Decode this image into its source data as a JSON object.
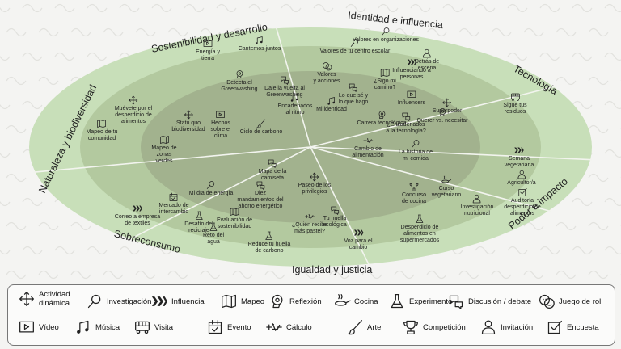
{
  "colors": {
    "ring_outer": "#c8dfb9",
    "ring_middle": "#b3c99f",
    "ring_inner": "#a2b28e",
    "background": "#f4f4f2",
    "icon": "#222222"
  },
  "categories": [
    {
      "id": "sostenibilidad",
      "label": "Sostenibilidad y desarrollo"
    },
    {
      "id": "identidad",
      "label": "Identidad e influencia"
    },
    {
      "id": "tecnologia",
      "label": "Tecnología"
    },
    {
      "id": "poder",
      "label": "Poder e impacto"
    },
    {
      "id": "igualdad",
      "label": "Igualdad y justicia"
    },
    {
      "id": "sobreconsumo",
      "label": "Sobreconsumo"
    },
    {
      "id": "naturaleza",
      "label": "Naturaleza y biodiversidad"
    }
  ],
  "activities": [
    {
      "label": "Energía y\ntierra",
      "icon": "video-icon"
    },
    {
      "label": "Cantemos juntos",
      "icon": "music-icon"
    },
    {
      "label": "Detecta el\nGreenwashing",
      "icon": "reflection-icon"
    },
    {
      "label": "Dale la vuelta al\nGreenwashing",
      "icon": "discussion-icon"
    },
    {
      "label": "Encadenados\nal ritmo",
      "icon": "music-icon"
    },
    {
      "label": "Statu quo\nbiodiversidad",
      "icon": "dynamic-activity-icon"
    },
    {
      "label": "Hechos\nsobre el\nclima",
      "icon": "video-icon"
    },
    {
      "label": "Ciclo de carbono",
      "icon": "art-icon"
    },
    {
      "label": "Valores en organizaciones",
      "icon": "investigation-icon"
    },
    {
      "label": "Valores de tu centro escolar",
      "icon": "investigation-icon"
    },
    {
      "label": "Detrás de\nescena",
      "icon": "invitation-icon"
    },
    {
      "label": "Influenciando a\npersonas",
      "icon": "influence-icon"
    },
    {
      "label": "Valores\ny acciones",
      "icon": "roleplay-icon"
    },
    {
      "label": "¿Sigo mi\ncamino?",
      "icon": "mapping-icon"
    },
    {
      "label": "Lo que sé y\nlo que hago",
      "icon": "discussion-icon"
    },
    {
      "label": "Mi identidad",
      "icon": "music-icon"
    },
    {
      "label": "Influencers",
      "icon": "video-icon"
    },
    {
      "label": "¿Encadenados\na la tecnología?",
      "icon": "discussion-icon"
    },
    {
      "label": "Carrera tecnológica",
      "icon": "reflection-icon"
    },
    {
      "label": "Superpoder",
      "icon": "dynamic-activity-icon"
    },
    {
      "label": "Querer vs. necesitar",
      "icon": "reflection-icon"
    },
    {
      "label": "Sigue tus\nresiduos",
      "icon": "visit-icon"
    },
    {
      "label": "Semana\nvegetariana",
      "icon": "influence-icon"
    },
    {
      "label": "Agricultor/a",
      "icon": "invitation-icon"
    },
    {
      "label": "Auditoría\ndesperdicio de\nalimentos",
      "icon": "survey-icon"
    },
    {
      "label": "Curso\nvegetariano",
      "icon": "cooking-icon"
    },
    {
      "label": "Investigación\nnutricional",
      "icon": "invitation-icon"
    },
    {
      "label": "La historia de\nmi comida",
      "icon": "investigation-icon"
    },
    {
      "label": "Cambio de\nalimentación",
      "icon": "calculation-icon"
    },
    {
      "label": "Concurso\nde cocina",
      "icon": "competition-icon"
    },
    {
      "label": "Desperdicio de\nalimentos en\nsupermercados",
      "icon": "experiment-icon"
    },
    {
      "label": "Paseo de los\nprivilegios",
      "icon": "dynamic-activity-icon"
    },
    {
      "label": "Tu huella\necológica",
      "icon": "discussion-icon"
    },
    {
      "label": "¿Quién recibe\nmás pastel?",
      "icon": "calculation-icon"
    },
    {
      "label": "Voz para el\ncambio",
      "icon": "influence-icon"
    },
    {
      "label": "Reduce tu huella\nde carbono",
      "icon": "experiment-icon"
    },
    {
      "label": "Mapa de la\ncamiseta",
      "icon": "discussion-icon"
    },
    {
      "label": "Diez\nmandamientos del\nahorro energético",
      "icon": "discussion-icon"
    },
    {
      "label": "Mi día de energía",
      "icon": "investigation-icon"
    },
    {
      "label": "Mercado de\nintercambio",
      "icon": "event-icon"
    },
    {
      "label": "Desafío del\nreciclaje",
      "icon": "experiment-icon"
    },
    {
      "label": "Evaluación de\nsostenibilidad",
      "icon": "mapping-icon"
    },
    {
      "label": "Reto del\nagua",
      "icon": "experiment-icon"
    },
    {
      "label": "Correo a empresa\nde textiles",
      "icon": "influence-icon"
    },
    {
      "label": "Muévete por el\ndesperdicio de\nalimentos",
      "icon": "dynamic-activity-icon"
    },
    {
      "label": "Mapeo de tu\ncomunidad",
      "icon": "mapping-icon"
    },
    {
      "label": "Mapeo de\nzonas\nverdes",
      "icon": "mapping-icon"
    }
  ],
  "legend": [
    {
      "label": "Actividad\ndinámica",
      "icon": "dynamic-activity-icon"
    },
    {
      "label": "Investigación",
      "icon": "investigation-icon"
    },
    {
      "label": "Influencia",
      "icon": "influence-icon"
    },
    {
      "label": "Mapeo",
      "icon": "mapping-icon"
    },
    {
      "label": "Reflexión",
      "icon": "reflection-icon"
    },
    {
      "label": "Cocina",
      "icon": "cooking-icon"
    },
    {
      "label": "Experimento",
      "icon": "experiment-icon"
    },
    {
      "label": "Discusión / debate",
      "icon": "discussion-icon"
    },
    {
      "label": "Juego de rol",
      "icon": "roleplay-icon"
    },
    {
      "label": "Vídeo",
      "icon": "video-icon"
    },
    {
      "label": "Música",
      "icon": "music-icon"
    },
    {
      "label": "Visita",
      "icon": "visit-icon"
    },
    {
      "label": "Evento",
      "icon": "event-icon"
    },
    {
      "label": "Cálculo",
      "icon": "calculation-icon"
    },
    {
      "label": "Arte",
      "icon": "art-icon"
    },
    {
      "label": "Competición",
      "icon": "competition-icon"
    },
    {
      "label": "Invitación",
      "icon": "invitation-icon"
    },
    {
      "label": "Encuesta",
      "icon": "survey-icon"
    }
  ]
}
